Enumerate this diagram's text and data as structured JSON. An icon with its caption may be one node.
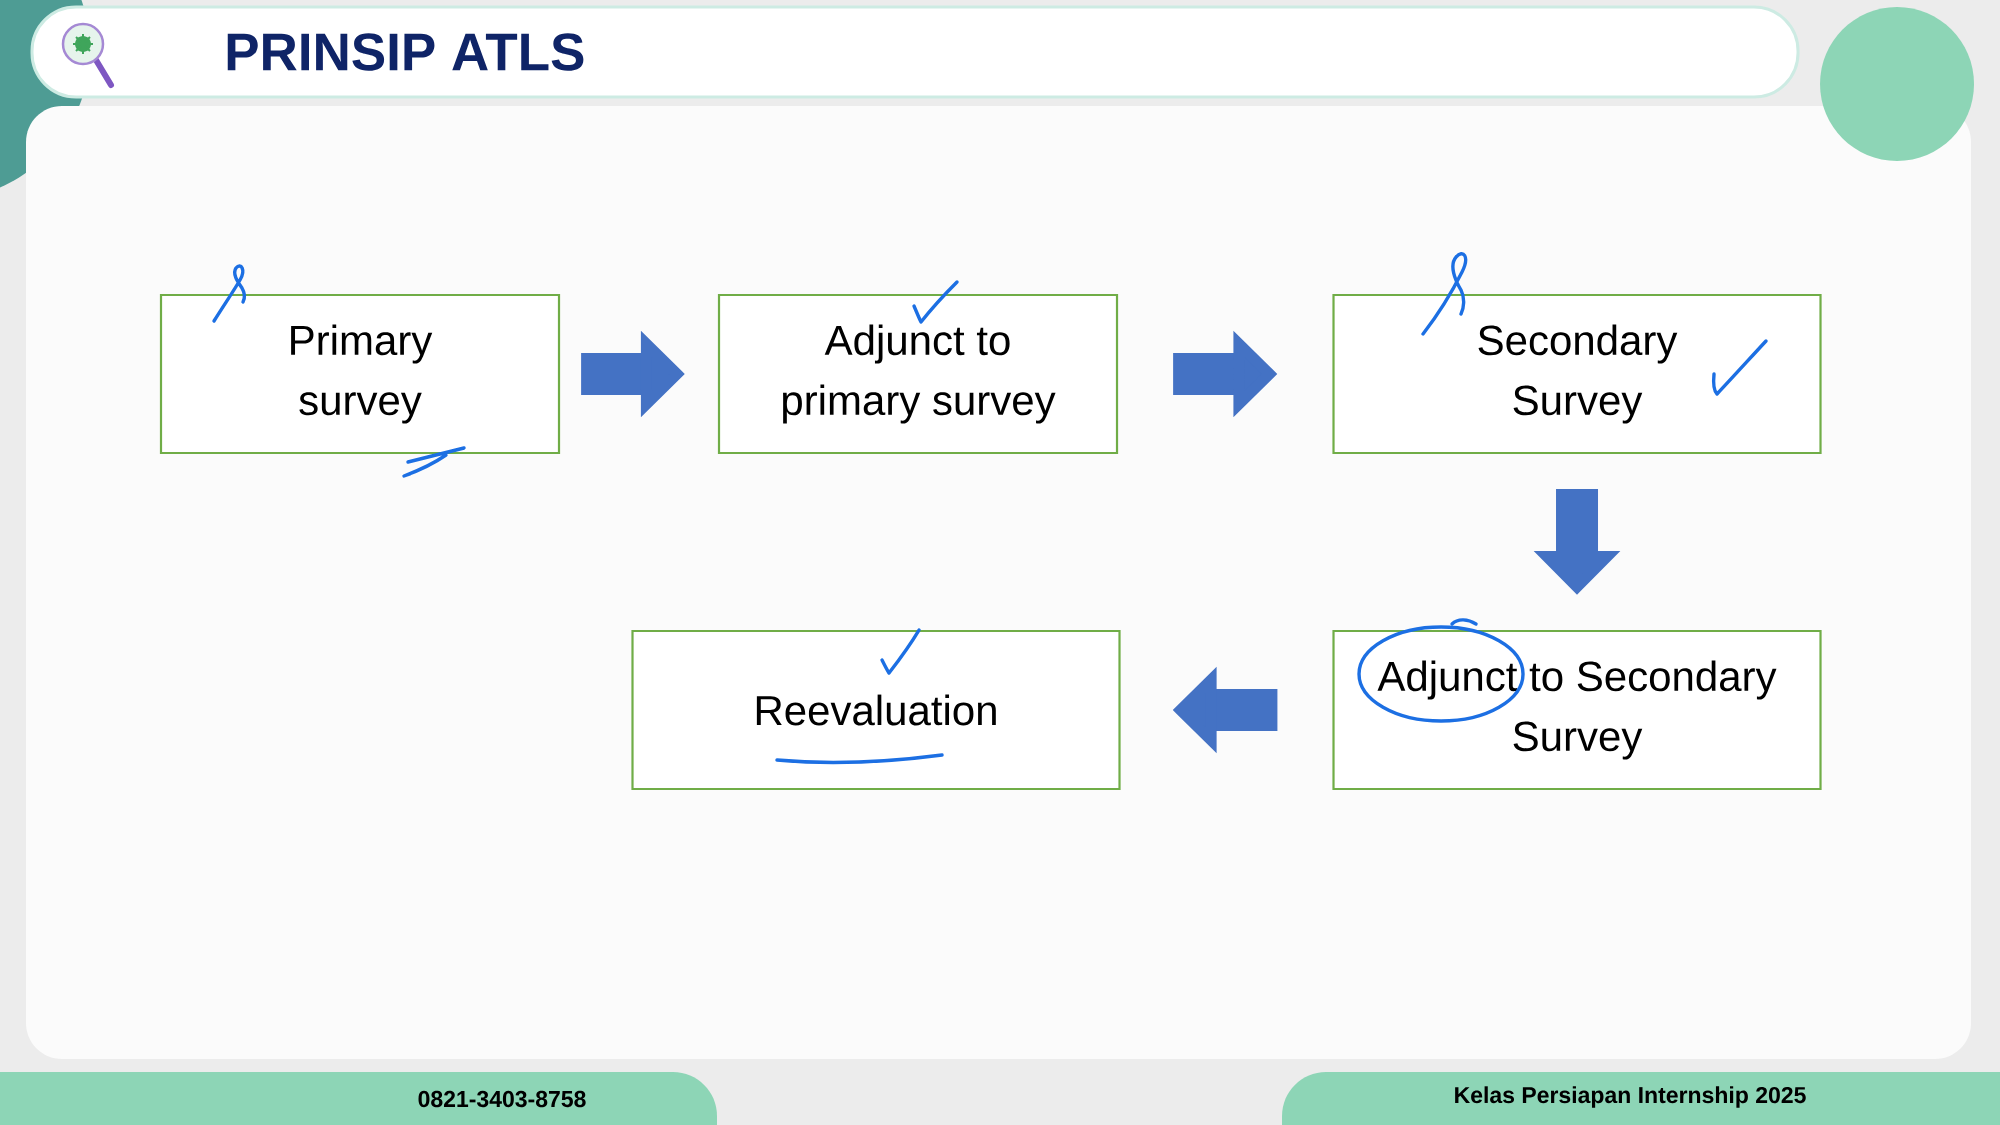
{
  "diagram": {
    "title": "PRINSIP ATLS",
    "nodes": [
      {
        "text": [
          "Primary survey"
        ]
      },
      {
        "text": [
          "Adjunct to primary survey"
        ]
      },
      {
        "text": [
          "Secondary Survey"
        ]
      },
      {
        "text": [
          "Adjunct to Secondary Survey"
        ]
      },
      {
        "text": [
          "Reevaluation"
        ]
      }
    ],
    "edges": [
      {
        "from": 0,
        "to": 1,
        "arrow": "to"
      },
      {
        "from": 1,
        "to": 2,
        "arrow": "to"
      },
      {
        "from": 2,
        "to": 3,
        "arrow": "to"
      },
      {
        "from": 3,
        "to": 4,
        "arrow": "to"
      }
    ],
    "labels": [
      "0821-3403-8758",
      "Kelas Persiapan Internship 2025"
    ]
  }
}
